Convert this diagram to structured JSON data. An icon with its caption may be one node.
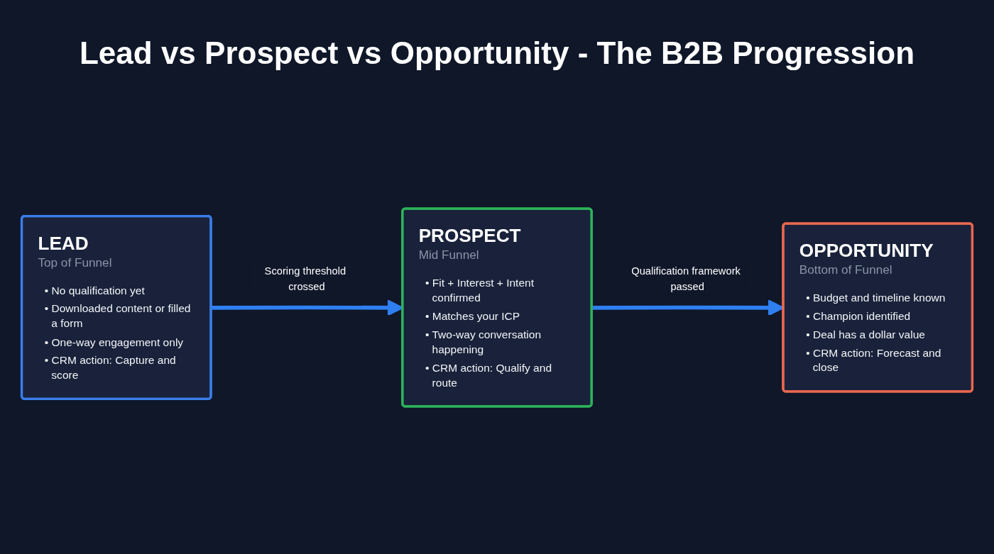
{
  "diagram": {
    "title": "Lead vs Prospect vs Opportunity - The B2B Progression",
    "nodes": [
      {
        "text": [
          "LEAD",
          "Top of Funnel",
          "• No qualification yet",
          "• Downloaded content or filled a form",
          "• One-way engagement only",
          "• CRM action: Capture and score"
        ]
      },
      {
        "text": [
          "PROSPECT",
          "Mid Funnel",
          "• Fit + Interest + Intent confirmed",
          "• Matches your ICP",
          "• Two-way conversation happening",
          "• CRM action: Qualify and route"
        ]
      },
      {
        "text": [
          "OPPORTUNITY",
          "Bottom of Funnel",
          "• Budget and timeline known",
          "• Champion identified",
          "• Deal has a dollar value",
          "• CRM action: Forecast and close"
        ]
      }
    ],
    "edges": [
      {
        "from": 0,
        "to": 1,
        "arrow": "to",
        "label": "Scoring threshold crossed"
      },
      {
        "from": 1,
        "to": 2,
        "arrow": "to",
        "label": "Qualification framework passed"
      }
    ]
  }
}
